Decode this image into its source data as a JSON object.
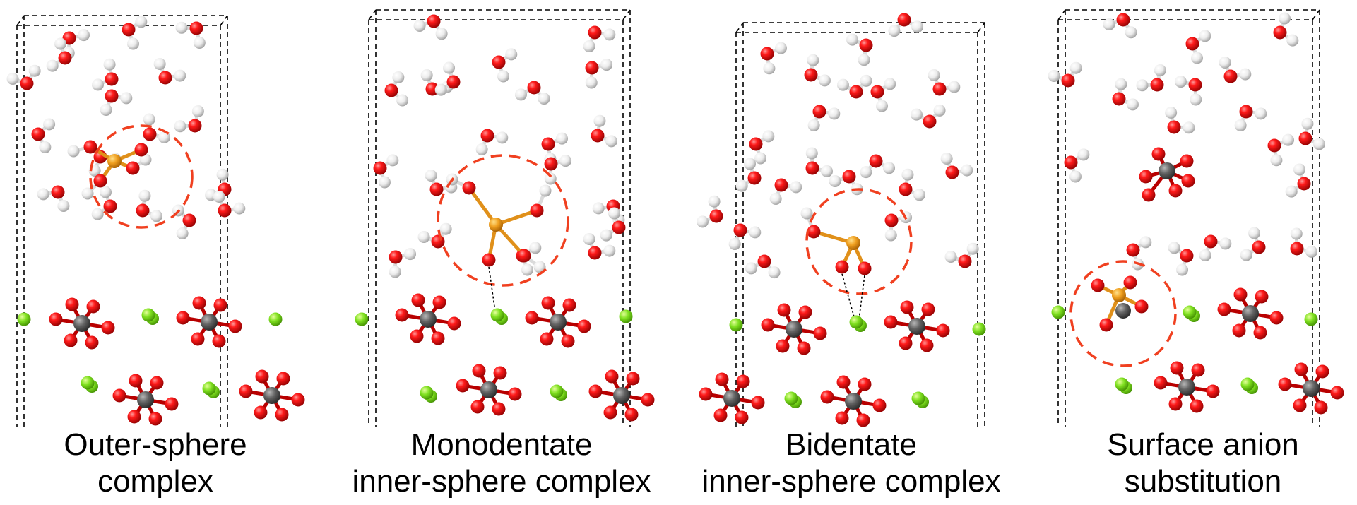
{
  "panels": [
    {
      "id": "outer-sphere",
      "caption_line1": "Outer-sphere",
      "caption_line2": "complex"
    },
    {
      "id": "monodentate",
      "caption_line1": "Monodentate",
      "caption_line2": "inner-sphere complex"
    },
    {
      "id": "bidentate",
      "caption_line1": "Bidentate",
      "caption_line2": "inner-sphere complex"
    },
    {
      "id": "surface-substitution",
      "caption_line1": "Surface anion",
      "caption_line2": "substitution"
    }
  ],
  "colors": {
    "oxygen": "#e8080c",
    "hydrogen": "#f2f2f2",
    "metal": "#606060",
    "adsorbate_center": "#f0a020",
    "cation": "#7fe020",
    "highlight_circle": "#f04020",
    "cell_edge": "#000000"
  },
  "icons": {
    "atom": "sphere-icon",
    "highlight": "dashed-circle-icon"
  }
}
